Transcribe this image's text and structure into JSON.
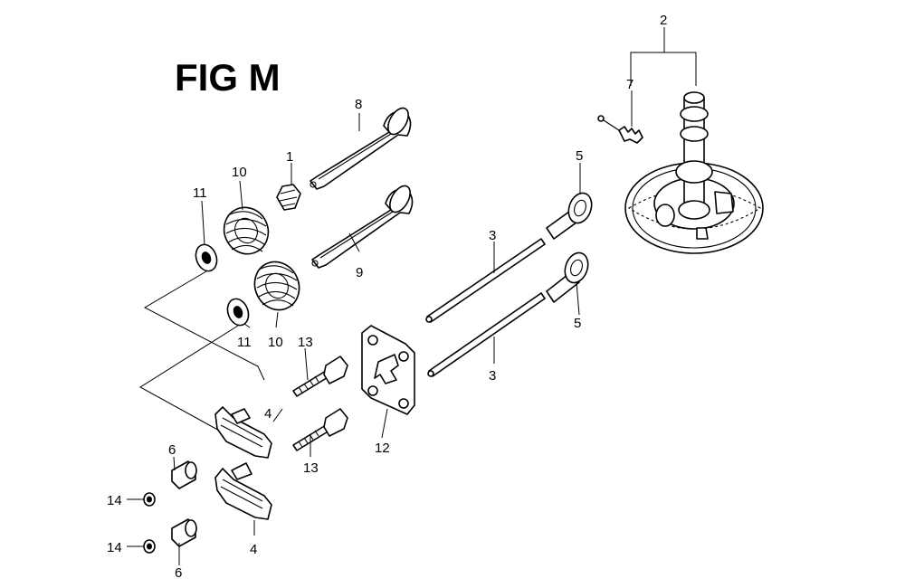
{
  "figure": {
    "title": "FIG M"
  },
  "callouts": {
    "c1": "1",
    "c2": "2",
    "c3a": "3",
    "c3b": "3",
    "c4a": "4",
    "c4b": "4",
    "c5a": "5",
    "c5b": "5",
    "c6a": "6",
    "c6b": "6",
    "c7": "7",
    "c8": "8",
    "c9": "9",
    "c10a": "10",
    "c10b": "10",
    "c11a": "11",
    "c11b": "11",
    "c12": "12",
    "c13a": "13",
    "c13b": "13",
    "c14a": "14",
    "c14b": "14"
  },
  "colors": {
    "ink": "#000000",
    "paper": "#ffffff"
  }
}
